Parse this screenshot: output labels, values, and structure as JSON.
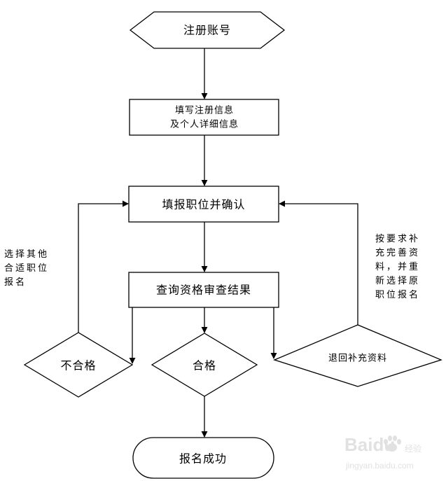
{
  "nodes": {
    "register": "注册账号",
    "fill_info_line1": "填写注册信息",
    "fill_info_line2": "及个人详细信息",
    "fill_position": "填报职位并确认",
    "query_result": "查询资格审查结果",
    "unqualified": "不合格",
    "qualified": "合格",
    "return_supplement": "退回补充资料",
    "success": "报名成功"
  },
  "notes": {
    "left": "选择其他\n合适职位\n报名",
    "right": "按要求补\n充完善资\n料，并重\n新选择原\n职位报名"
  },
  "watermark": {
    "brand": "Baidu",
    "sub": "经验",
    "url": "jingyan.baidu.com"
  }
}
